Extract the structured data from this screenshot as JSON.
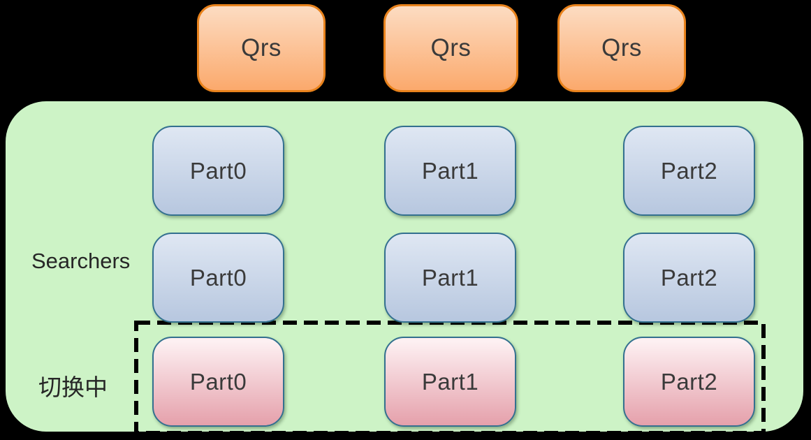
{
  "qrs_boxes": [
    {
      "label": "Qrs"
    },
    {
      "label": "Qrs"
    },
    {
      "label": "Qrs"
    }
  ],
  "container": {
    "searchers_label": "Searchers",
    "switching_label": "切换中"
  },
  "searcher_rows": [
    [
      "Part0",
      "Part1",
      "Part2"
    ],
    [
      "Part0",
      "Part1",
      "Part2"
    ]
  ],
  "switching_row": [
    "Part0",
    "Part1",
    "Part2"
  ],
  "colors": {
    "background": "#000000",
    "container_fill": "#cdf3c6",
    "qrs_fill_top": "#fcdcc2",
    "qrs_fill_bottom": "#fba96c",
    "qrs_border": "#e8821c",
    "part_border": "#33708f",
    "blue_fill_top": "#dfe7f3",
    "blue_fill_bottom": "#b7c7df",
    "pink_fill_top": "#fdf0f2",
    "pink_fill_bottom": "#e5a0ab",
    "dashed_border": "#000000",
    "text": "#3a3a3a"
  }
}
